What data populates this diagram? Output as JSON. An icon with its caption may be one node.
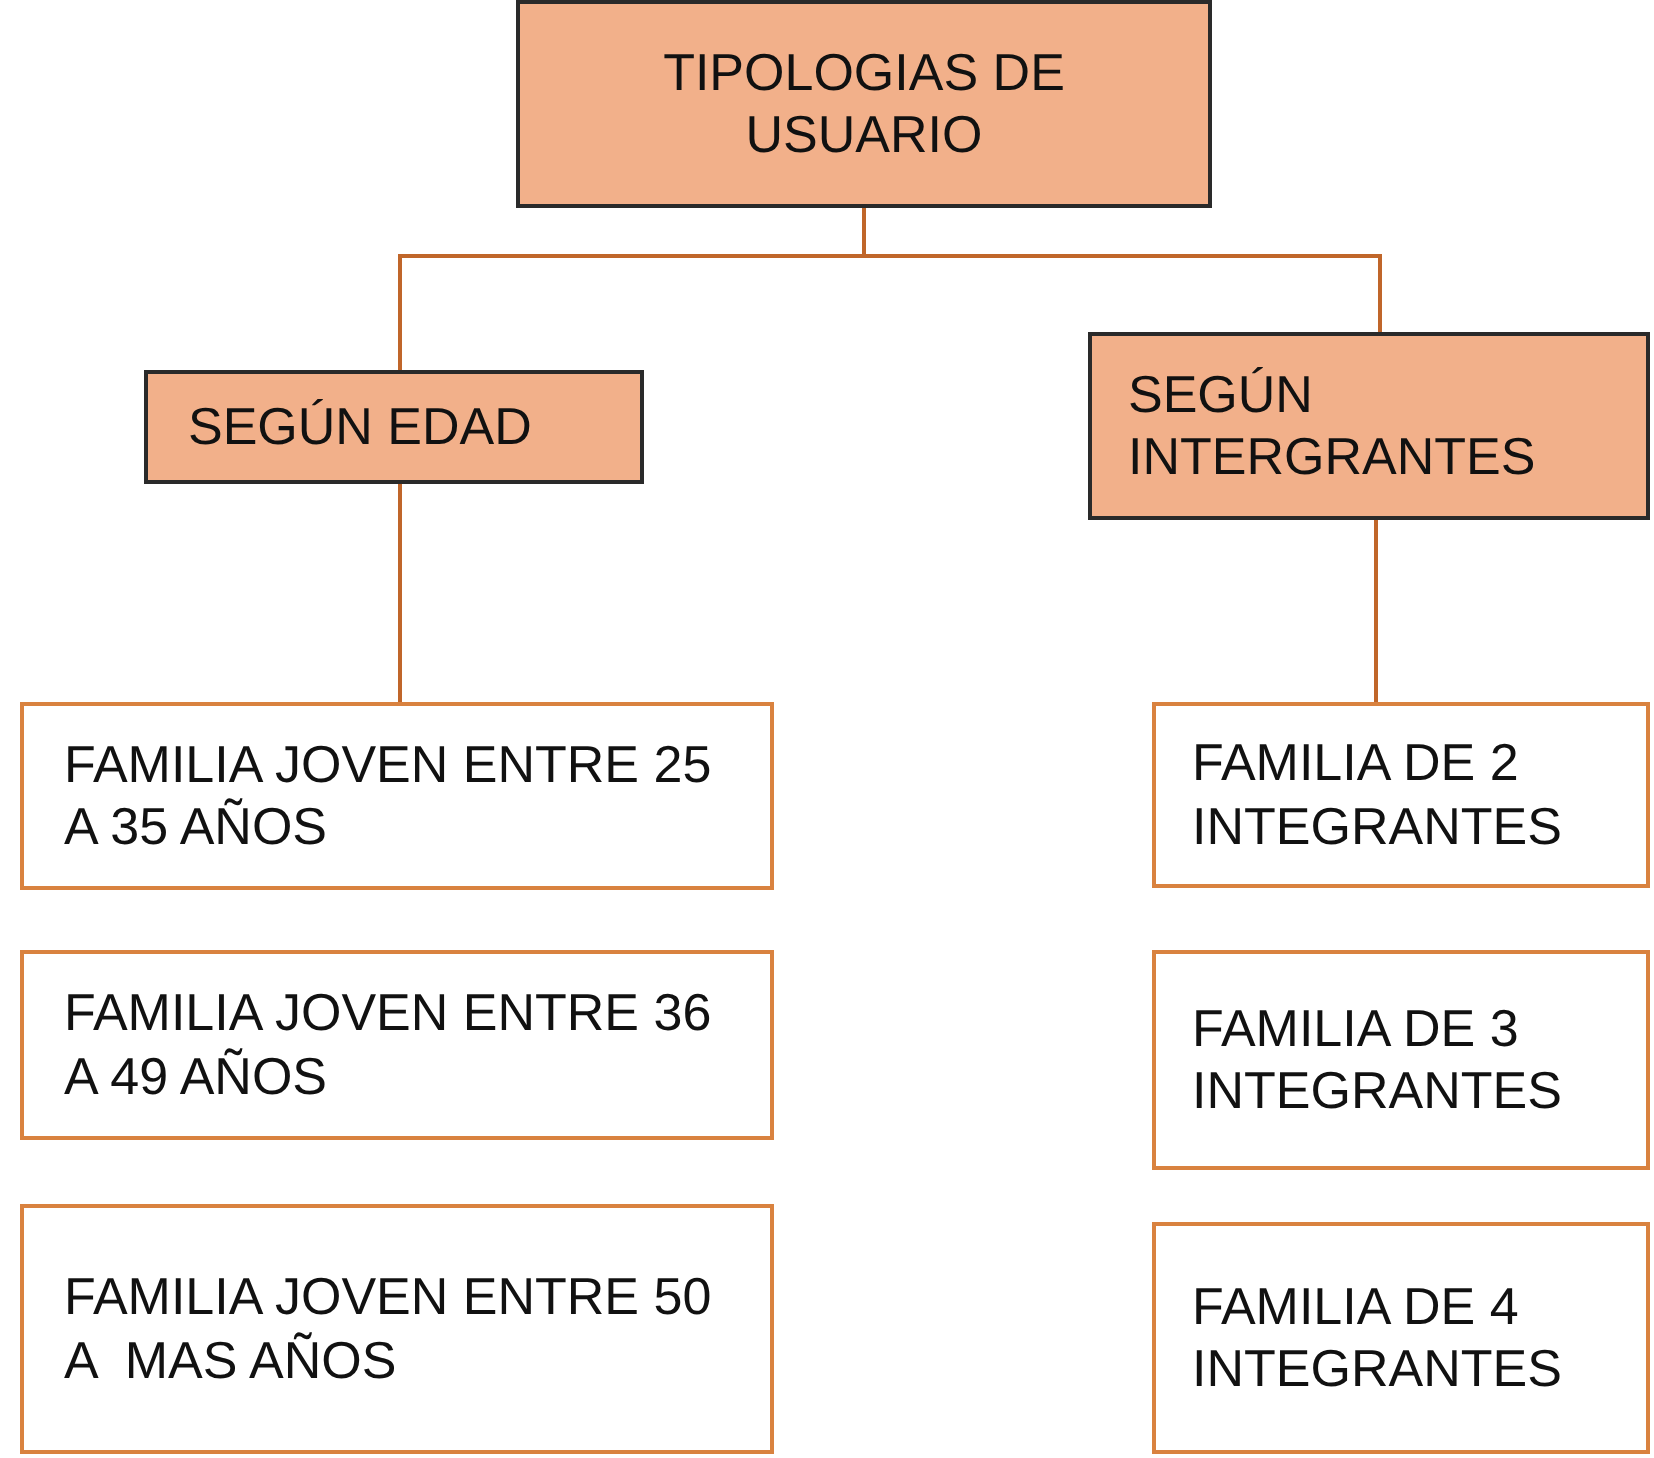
{
  "diagram": {
    "nodes": [
      {
        "text": [
          "TIPOLOGIAS DE USUARIO"
        ]
      },
      {
        "text": [
          "SEGÚN EDAD"
        ]
      },
      {
        "text": [
          "SEGÚN INTERGRANTES"
        ]
      },
      {
        "text": [
          "FAMILIA JOVEN ENTRE 25 A 35 AÑOS"
        ]
      },
      {
        "text": [
          "FAMILIA JOVEN ENTRE 36 A 49 AÑOS"
        ]
      },
      {
        "text": [
          "FAMILIA JOVEN ENTRE 50 A  MAS AÑOS"
        ]
      },
      {
        "text": [
          "FAMILIA DE 2 INTEGRANTES"
        ]
      },
      {
        "text": [
          "FAMILIA DE 3 INTEGRANTES"
        ]
      },
      {
        "text": [
          "FAMILIA DE 4 INTEGRANTES"
        ]
      }
    ],
    "edges": [
      {
        "from": 0,
        "to": 1,
        "arrow": "none"
      },
      {
        "from": 0,
        "to": 2,
        "arrow": "none"
      },
      {
        "from": 1,
        "to": 3,
        "arrow": "none"
      },
      {
        "from": 2,
        "to": 6,
        "arrow": "none"
      }
    ]
  }
}
